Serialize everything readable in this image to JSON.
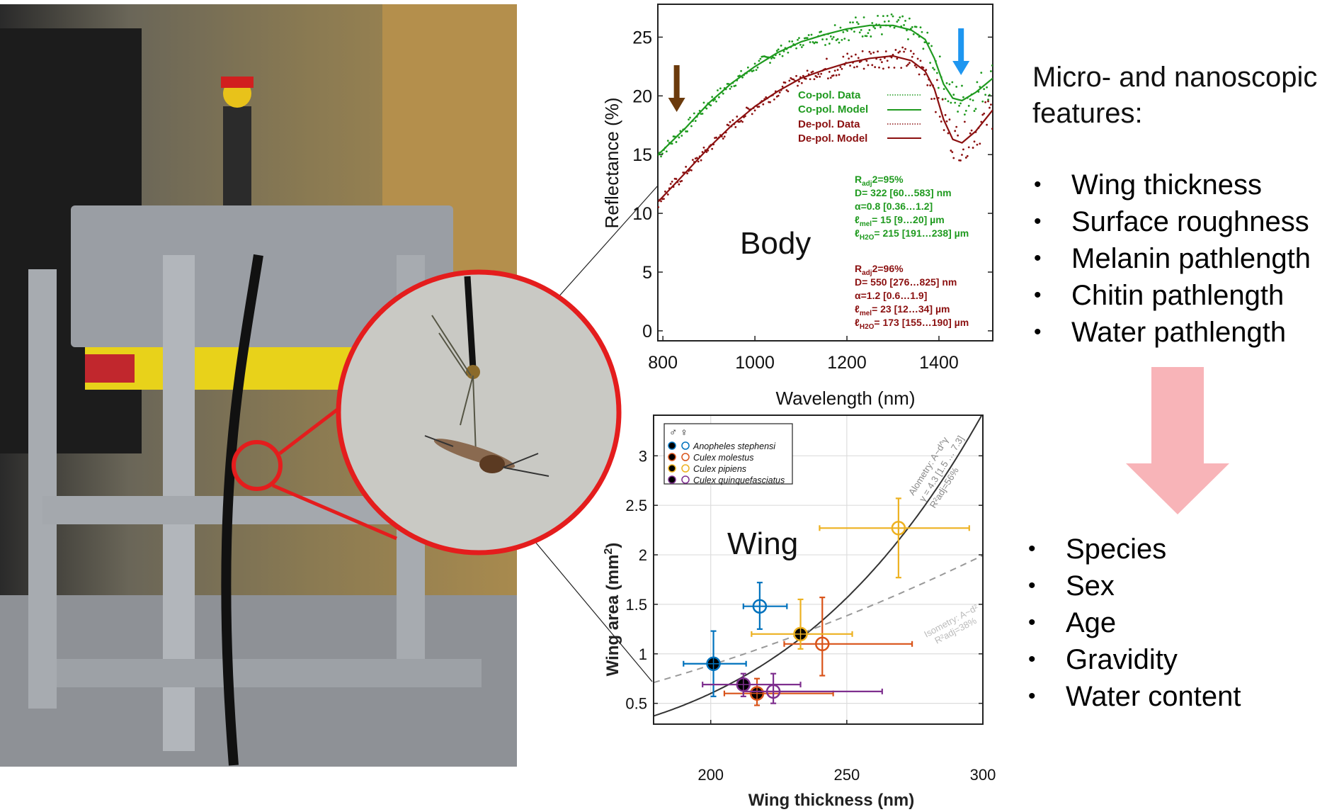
{
  "features": {
    "title": "Micro- and nanoscopic features:",
    "items": [
      "Wing thickness",
      "Surface roughness",
      "Melanin pathlength",
      "Chitin pathlength",
      "Water pathlength"
    ]
  },
  "outcomes": {
    "items": [
      "Species",
      "Sex",
      "Age",
      "Gravidity",
      "Water content"
    ]
  },
  "colors": {
    "arrow_pink": "#f8b4b8",
    "inset_ring": "#e41d1d",
    "copol": "#1f9a1f",
    "depol": "#8b1010",
    "brown_arrow": "#6b3a0c",
    "blue_arrow": "#1e96f0"
  },
  "chart_data": [
    {
      "type": "line",
      "panel_label": "Body",
      "xlabel": "Wavelength (nm)",
      "ylabel": "Reflectance (%)",
      "xlim": [
        789,
        1517
      ],
      "ylim": [
        -0.85,
        27.8
      ],
      "xticks": [
        800,
        1000,
        1200,
        1400
      ],
      "yticks": [
        0,
        5,
        10,
        15,
        20,
        25
      ],
      "legend": [
        "Co-pol. Data",
        "Co-pol. Model",
        "De-pol. Data",
        "De-pol. Model"
      ],
      "series": [
        {
          "name": "Co-pol. Model",
          "color": "#1f9a1f",
          "x": [
            790,
            850,
            900,
            950,
            1000,
            1050,
            1100,
            1150,
            1200,
            1250,
            1300,
            1340,
            1370,
            1390,
            1410,
            1430,
            1450,
            1480,
            1517
          ],
          "y": [
            15.0,
            17.3,
            19.4,
            21.1,
            22.5,
            23.7,
            24.6,
            25.2,
            25.7,
            26.0,
            26.0,
            25.6,
            24.8,
            23.2,
            21.0,
            19.8,
            19.6,
            20.3,
            21.5
          ]
        },
        {
          "name": "De-pol. Model",
          "color": "#8b1010",
          "x": [
            790,
            850,
            900,
            950,
            1000,
            1050,
            1100,
            1150,
            1200,
            1250,
            1300,
            1340,
            1370,
            1390,
            1410,
            1430,
            1450,
            1480,
            1517
          ],
          "y": [
            11.0,
            13.5,
            15.6,
            17.5,
            19.1,
            20.4,
            21.5,
            22.2,
            22.8,
            23.2,
            23.4,
            23.0,
            22.1,
            20.6,
            18.0,
            16.3,
            16.0,
            17.0,
            18.8
          ]
        }
      ],
      "arrows": [
        {
          "x": 830,
          "color": "#6b3a0c"
        },
        {
          "x": 1448,
          "color": "#1e96f0"
        }
      ],
      "stats": [
        {
          "color": "#1f9a1f",
          "lines": [
            {
              "a": "R",
              "sub": "adj",
              "b": "2=95%"
            },
            {
              "a": "D= 322 [60…583] nm",
              "sub": "",
              "b": ""
            },
            {
              "a": "α=0.8 [0.36…1.2]",
              "sub": "",
              "b": ""
            },
            {
              "a": "ℓ",
              "sub": "mel",
              "b": "= 15 [9…20] µm"
            },
            {
              "a": "ℓ",
              "sub": "H2O",
              "b": "= 215 [191…238] µm"
            }
          ]
        },
        {
          "color": "#8b1010",
          "lines": [
            {
              "a": "R",
              "sub": "adj",
              "b": "2=96%"
            },
            {
              "a": "D= 550 [276…825] nm",
              "sub": "",
              "b": ""
            },
            {
              "a": "α=1.2 [0.6…1.9]",
              "sub": "",
              "b": ""
            },
            {
              "a": "ℓ",
              "sub": "mel",
              "b": "= 23 [12…34] µm"
            },
            {
              "a": "ℓ",
              "sub": "H2O",
              "b": "= 173 [155…190] µm"
            }
          ]
        }
      ]
    },
    {
      "type": "scatter",
      "panel_label": "Wing",
      "xlabel": "Wing thickness (nm)",
      "ylabel_main": "Wing area (mm",
      "ylabel_sup": "2",
      "ylabel_end": ")",
      "xlim": [
        179,
        300
      ],
      "ylim": [
        0.29,
        3.41
      ],
      "xticks": [
        200,
        250,
        300
      ],
      "yticks": [
        0.5,
        1,
        1.5,
        2,
        2.5,
        3
      ],
      "ytick_labels": [
        "0.5",
        "1",
        "1.5",
        "2",
        "2.5",
        "3"
      ],
      "grid": true,
      "legend_header": "♂ ♀",
      "legend_position": "top-left",
      "series": [
        {
          "name": "Anopheles stephensi",
          "color": "#0072BD",
          "male": {
            "x": 201,
            "y": 0.9,
            "xerr": [
              190,
              213
            ],
            "yerr": [
              0.57,
              1.23
            ]
          },
          "female": {
            "x": 218,
            "y": 1.48,
            "xerr": [
              212,
              228
            ],
            "yerr": [
              1.25,
              1.72
            ]
          }
        },
        {
          "name": "Culex molestus",
          "color": "#D95319",
          "male": {
            "x": 217,
            "y": 0.6,
            "xerr": [
              205,
              245
            ],
            "yerr": [
              0.48,
              0.75
            ]
          },
          "female": {
            "x": 241,
            "y": 1.1,
            "xerr": [
              227,
              274
            ],
            "yerr": [
              0.78,
              1.57
            ]
          }
        },
        {
          "name": "Culex pipiens",
          "color": "#EDB120",
          "male": {
            "x": 233,
            "y": 1.2,
            "xerr": [
              215,
              252
            ],
            "yerr": [
              1.05,
              1.55
            ]
          },
          "female": {
            "x": 269,
            "y": 2.27,
            "xerr": [
              240,
              295
            ],
            "yerr": [
              1.77,
              2.57
            ]
          }
        },
        {
          "name": "Culex quinquefasciatus",
          "color": "#7E2F8E",
          "male": {
            "x": 212,
            "y": 0.69,
            "xerr": [
              197,
              233
            ],
            "yerr": [
              0.57,
              0.8
            ]
          },
          "female": {
            "x": 223,
            "y": 0.62,
            "xerr": [
              212,
              263
            ],
            "yerr": [
              0.5,
              0.8
            ]
          }
        }
      ],
      "fits": [
        {
          "name": "Alometry",
          "style": "solid",
          "color": "#333333",
          "ref_x": 200,
          "ref_y": 0.6,
          "exponent": 4.3,
          "label_lines": [
            "Alometry: A~d^γ",
            "γ = 4.3 [1.5 … 7.3]",
            "R²adj=56%"
          ]
        },
        {
          "name": "Isometry",
          "style": "dashed",
          "color": "#999999",
          "ref_x": 179,
          "ref_y": 0.71,
          "exponent": 2,
          "label_lines": [
            "Isometry: A~d²",
            "R²adj=38%"
          ]
        }
      ]
    }
  ]
}
